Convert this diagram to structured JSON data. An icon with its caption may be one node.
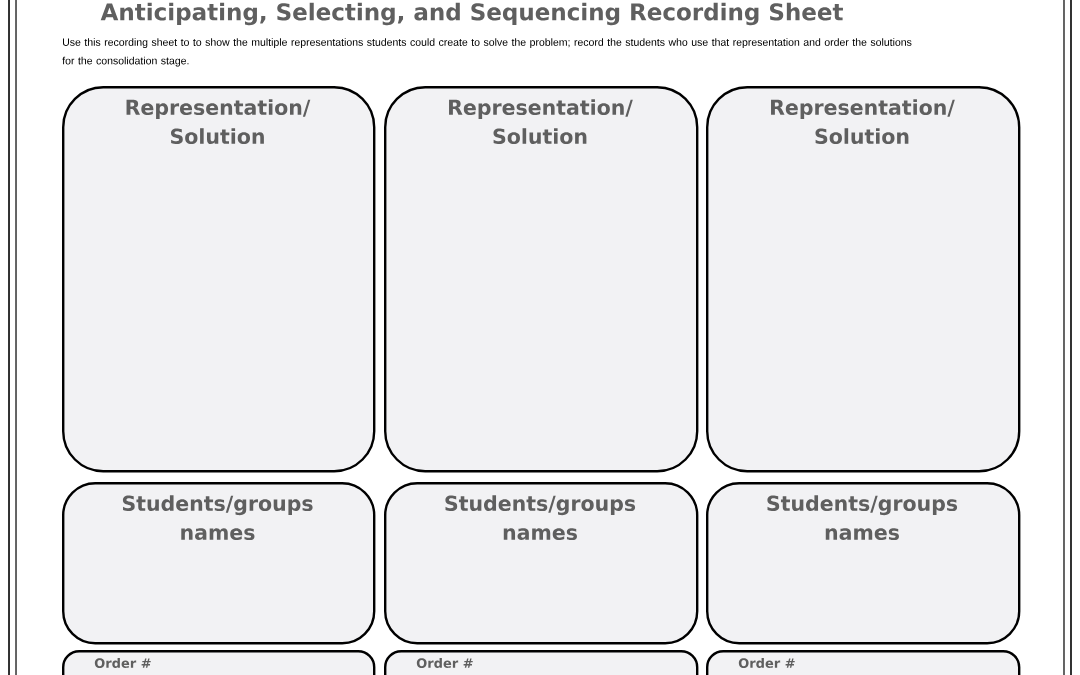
{
  "diagram": {
    "title": "Anticipating, Selecting, and Sequencing Recording Sheet",
    "nodes": [
      {
        "text": [
          "Representation/ Solution"
        ]
      },
      {
        "text": [
          "Representation/ Solution"
        ]
      },
      {
        "text": [
          "Representation/ Solution"
        ]
      },
      {
        "text": [
          "Students/groups names"
        ]
      },
      {
        "text": [
          "Students/groups names"
        ]
      },
      {
        "text": [
          "Students/groups names"
        ]
      },
      {
        "text": [
          "Order #"
        ]
      },
      {
        "text": [
          "Order #"
        ]
      },
      {
        "text": [
          "Order #"
        ]
      }
    ],
    "labels": [
      "Use this recording sheet to to show the multiple representations students could create to solve the problem; record the students who use that representation and order the solutions for the consolidation stage."
    ]
  }
}
